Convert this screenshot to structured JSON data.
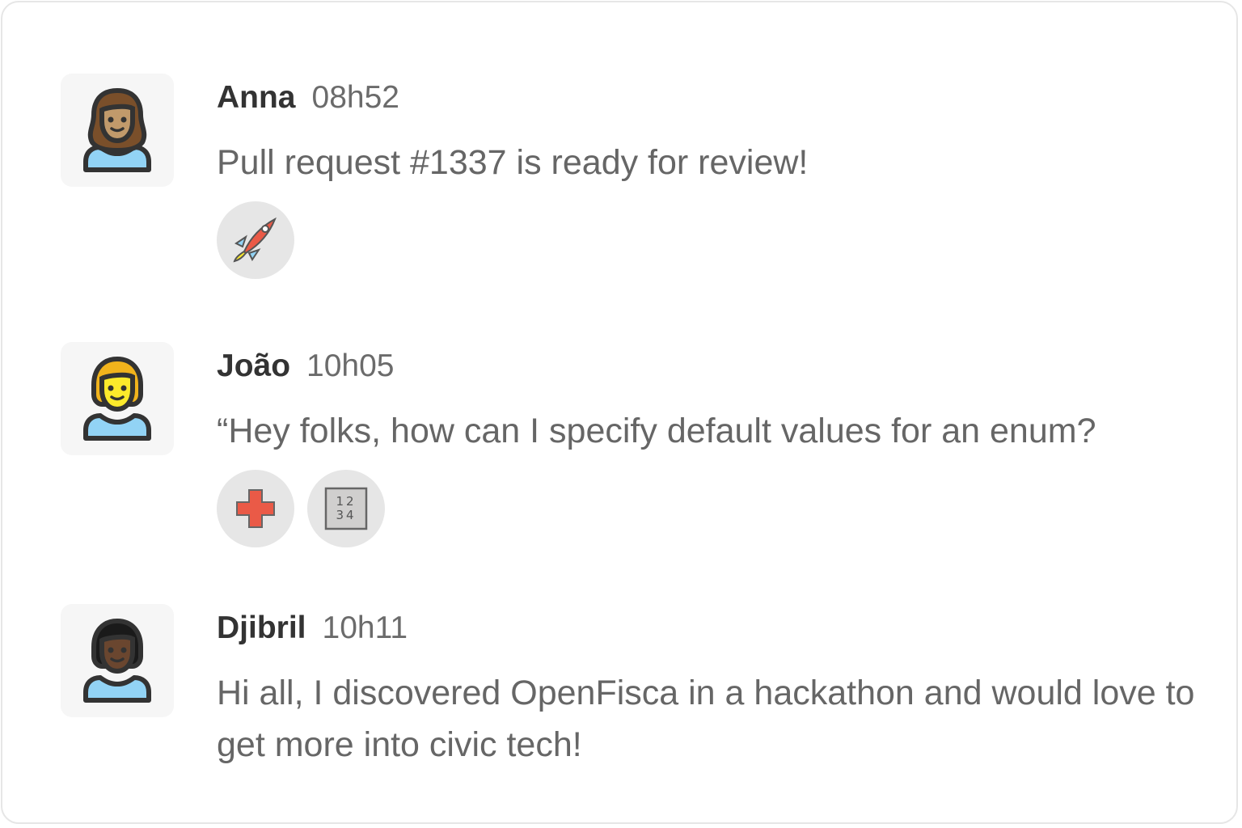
{
  "messages": [
    {
      "name": "Anna",
      "time": "08h52",
      "text": "Pull request #1337 is ready for review!",
      "reactions": [
        "rocket-icon"
      ],
      "avatar": {
        "hair": "#7a4f2a",
        "skin": "#c19a6b",
        "shirt": "#92d3f5",
        "long_hair": true
      }
    },
    {
      "name": "João",
      "time": "10h05",
      "text": "“Hey folks, how can I specify default values for an enum?",
      "reactions": [
        "red-cross-icon",
        "input-numbers-icon"
      ],
      "avatar": {
        "hair": "#f1b31c",
        "skin": "#fcea2b",
        "shirt": "#92d3f5",
        "long_hair": false
      }
    },
    {
      "name": "Djibril",
      "time": "10h11",
      "text": "Hi all, I discovered OpenFisca in a hackathon and would love to get more into civic tech!",
      "reactions": [],
      "avatar": {
        "hair": "#1a1a1a",
        "skin": "#6a462f",
        "shirt": "#92d3f5",
        "long_hair": false
      }
    }
  ],
  "reaction_labels": {
    "input_numbers": "1234"
  }
}
